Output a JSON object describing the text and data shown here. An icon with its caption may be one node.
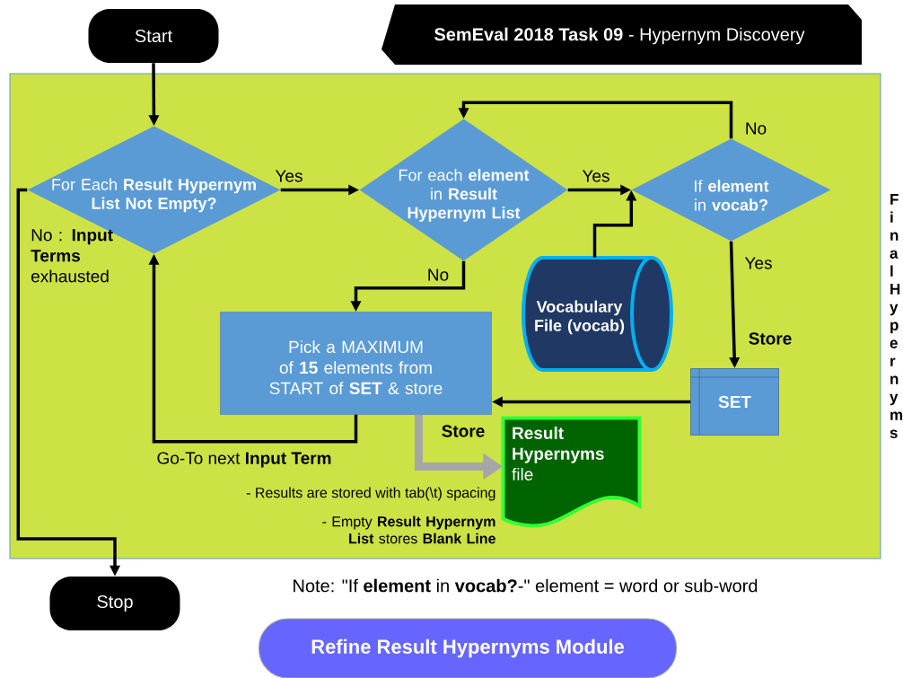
{
  "diagram": {
    "title": "**SemEval 2018 Task 09** - Hypernym Discovery",
    "nodes": [
      {
        "text": [
          "Start"
        ]
      },
      {
        "text": [],
        "shape": "box"
      },
      {
        "text": [
          "For Each **Result Hypernym List Not Empty?**"
        ],
        "in": 1
      },
      {
        "text": [
          "For each **element** in **Result Hypernym List**"
        ],
        "in": 1
      },
      {
        "text": [
          "If **element** in **vocab?**"
        ],
        "in": 1
      },
      {
        "text": [
          "Vocabulary File (vocab)"
        ],
        "in": 1
      },
      {
        "text": [
          "Pick a MAXIMUM of **15** elements from START of **SET** & store"
        ],
        "in": 1
      },
      {
        "text": [
          "SET"
        ],
        "in": 1
      },
      {
        "text": [
          "**Result Hypernyms** file"
        ],
        "in": 1
      },
      {
        "text": [
          "Stop"
        ]
      },
      {
        "text": [
          "Refine Result Hypernyms Module"
        ]
      }
    ],
    "edges": [
      {
        "from": 0,
        "to": 2,
        "arrow": "to"
      },
      {
        "from": 2,
        "to": 3,
        "arrow": "to",
        "label": "Yes"
      },
      {
        "from": 3,
        "to": 4,
        "arrow": "to",
        "label": "Yes"
      },
      {
        "from": 4,
        "to": 3,
        "arrow": "to",
        "label": "No"
      },
      {
        "from": 4,
        "to": 7,
        "arrow": "to",
        "label": "Yes"
      },
      {
        "from": 5,
        "to": 4,
        "arrow": "to"
      },
      {
        "from": 3,
        "to": 6,
        "arrow": "to",
        "label": "No"
      },
      {
        "from": 7,
        "to": 6,
        "arrow": "to"
      },
      {
        "from": 6,
        "to": 2,
        "arrow": "to",
        "label": "Go-To next **Input Term**"
      },
      {
        "from": 6,
        "to": 8,
        "arrow": "to",
        "label": "Store",
        "style": "thick",
        "color": "#a6a6a6"
      },
      {
        "from": 2,
        "to": 9,
        "arrow": "to",
        "label": "No : **Input Terms** exhausted"
      }
    ],
    "labels": [
      "Store",
      "- Results are stored with tab(\\t) spacing",
      "- Empty **Result Hypernym List** stores **Blank Line**",
      "Note: \"If **element** in **vocab?**-\" element = word or sub-word",
      "Final Hypernyms"
    ]
  }
}
